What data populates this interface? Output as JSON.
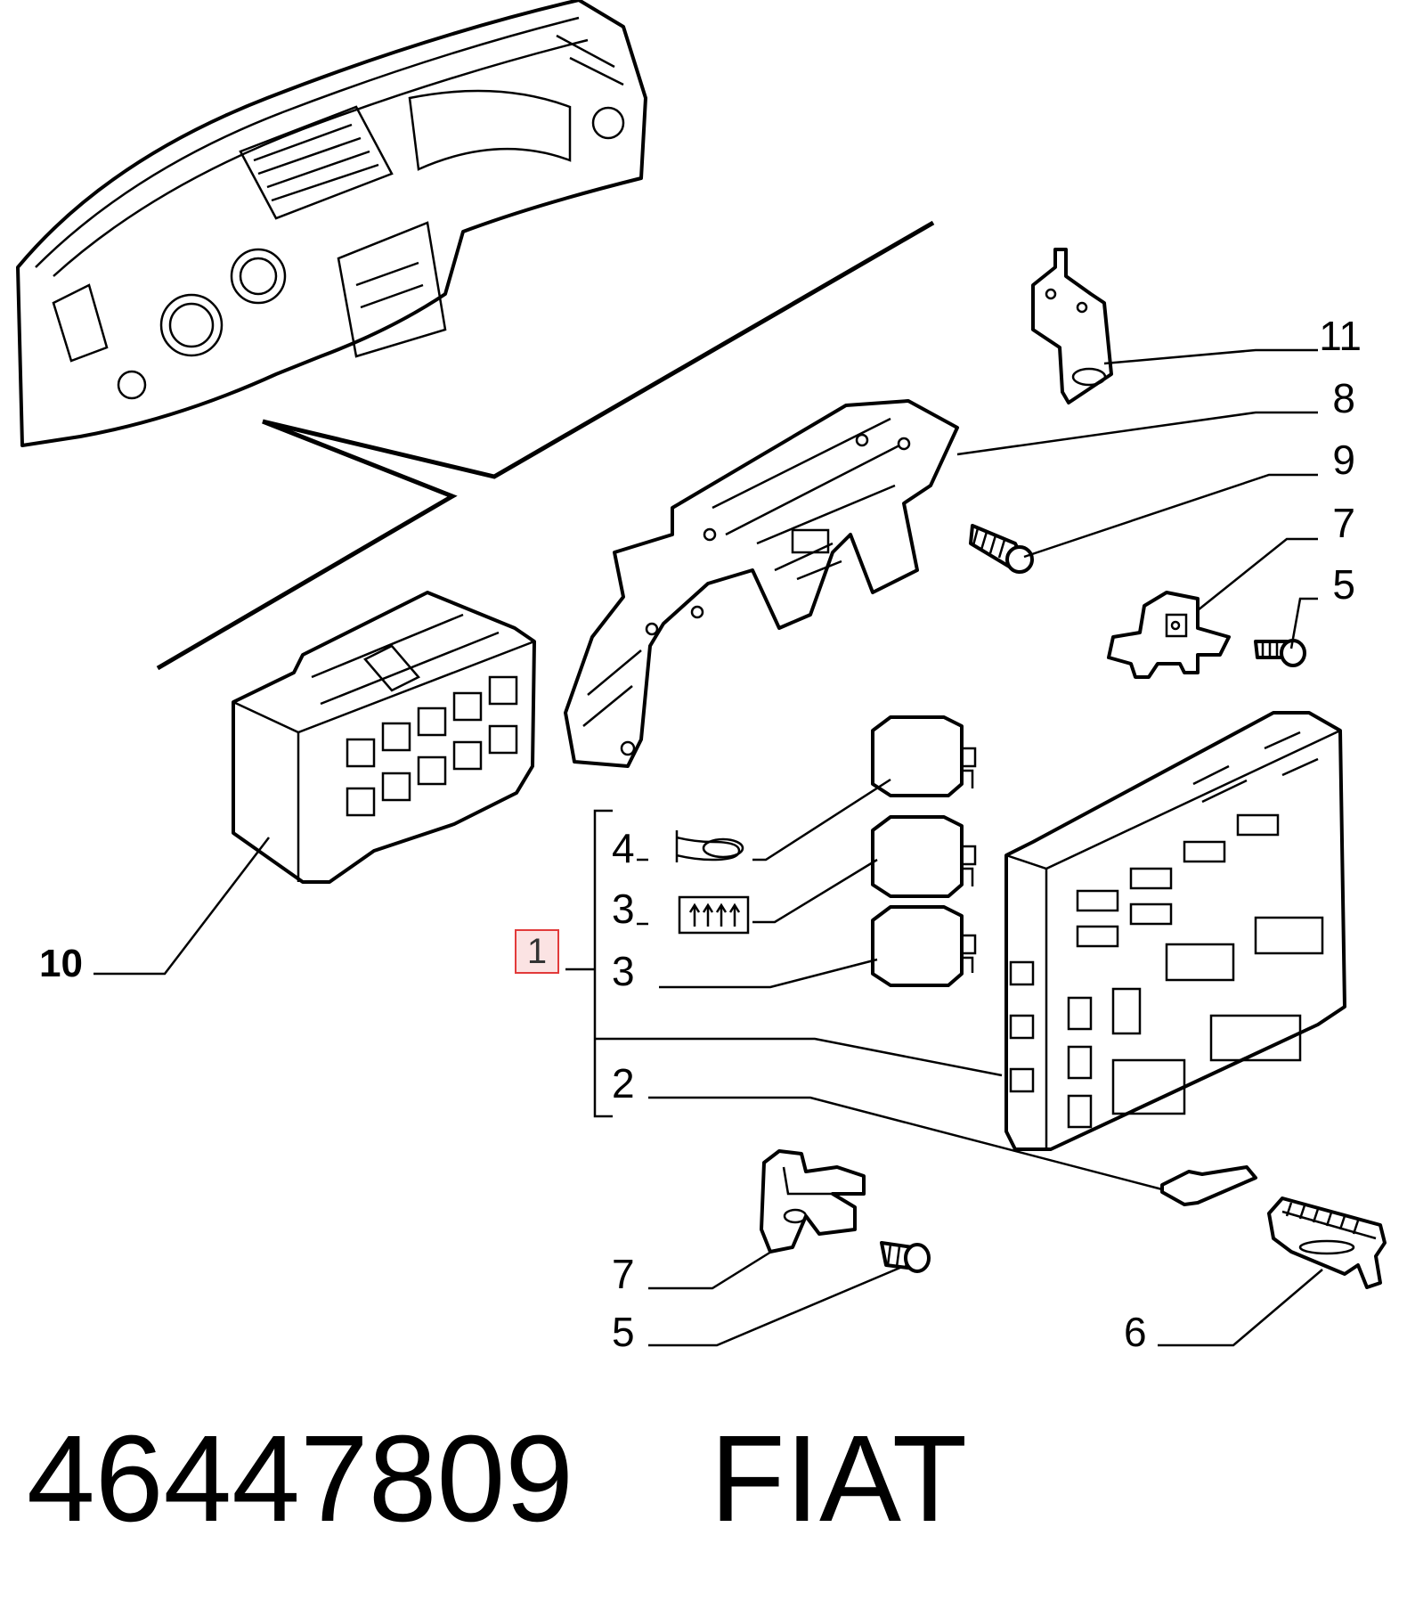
{
  "callouts": {
    "c11": "11",
    "c8": "8",
    "c9": "9",
    "c7_top": "7",
    "c5_top": "5",
    "c10": "10",
    "c1": "1",
    "c4": "4",
    "c3_upper": "3",
    "c3_lower": "3",
    "c2": "2",
    "c7_bottom": "7",
    "c5_bottom": "5",
    "c6": "6"
  },
  "footer": {
    "part_number": "46447809",
    "brand": "FIAT"
  },
  "colors": {
    "line": "#000000",
    "highlight_border": "#e23a3a",
    "highlight_fill": "#fbe3e3"
  }
}
